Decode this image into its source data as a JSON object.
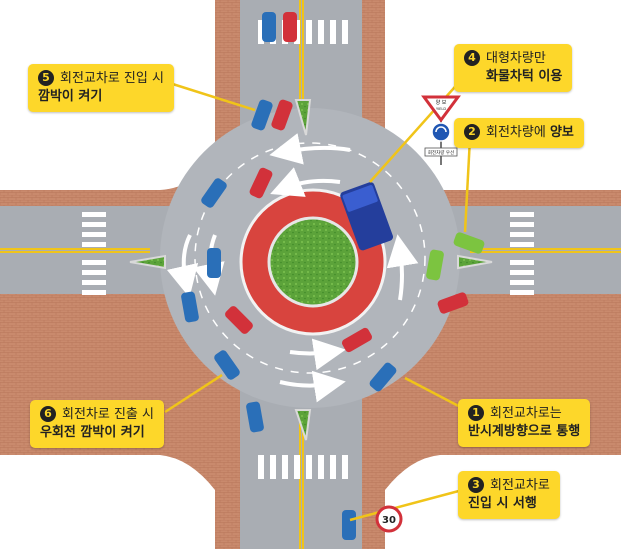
{
  "callouts": [
    {
      "id": "c1",
      "num": "1",
      "line1": "회전교차로는",
      "line2": "반시계방향으로 통행"
    },
    {
      "id": "c2",
      "num": "2",
      "text_plain": "회전차량에 ",
      "text_bold": "양보"
    },
    {
      "id": "c3",
      "num": "3",
      "line1": "회전교차로",
      "line2": "진입 시 서행"
    },
    {
      "id": "c4",
      "num": "4",
      "line1": "대형차량만",
      "line2": "화물차턱 이용"
    },
    {
      "id": "c5",
      "num": "5",
      "line1": "회전교차로 진입 시",
      "line2": "깜박이 켜기"
    },
    {
      "id": "c6",
      "num": "6",
      "line1": "회전차로 진출 시",
      "line2": "우회전 깜박이 켜기"
    }
  ],
  "signs": {
    "yield_text": "양 보",
    "yield_sub": "YIELD",
    "plate_text": "회전차량 우선",
    "speed_limit": "30"
  },
  "colors": {
    "callout": "#fdd72a",
    "road": "#a9adb3",
    "sidewalk": "#c8876a",
    "island_ring": "#d8443e",
    "island_grass": "#5ca33a"
  }
}
